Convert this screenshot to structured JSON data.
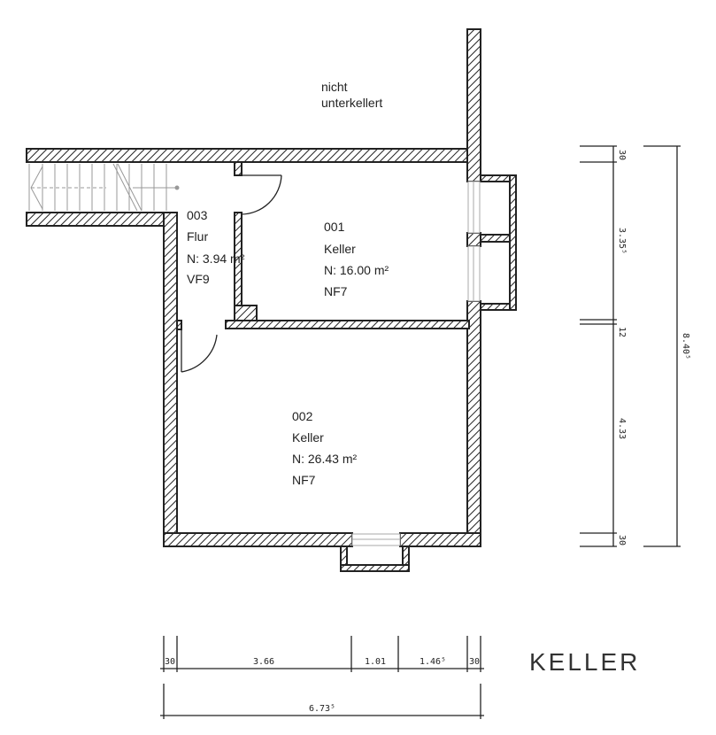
{
  "plan": {
    "title": "KELLER",
    "outside_note_line1": "nicht",
    "outside_note_line2": "unterkellert",
    "rooms": [
      {
        "number": "003",
        "name": "Flur",
        "area": "N:  3.94  m²",
        "type": "VF9"
      },
      {
        "number": "001",
        "name": "Keller",
        "area": "N:  16.00  m²",
        "type": "NF7"
      },
      {
        "number": "002",
        "name": "Keller",
        "area": "N:  26.43  m²",
        "type": "NF7"
      }
    ],
    "dims_vertical": [
      "30",
      "3.35⁵",
      "12",
      "4.33",
      "30"
    ],
    "dim_vertical_total": "8.40⁵",
    "dims_horizontal": [
      "30",
      "3.66",
      "1.01",
      "1.46⁵",
      "30"
    ],
    "dim_horizontal_total": "6.73⁵"
  }
}
